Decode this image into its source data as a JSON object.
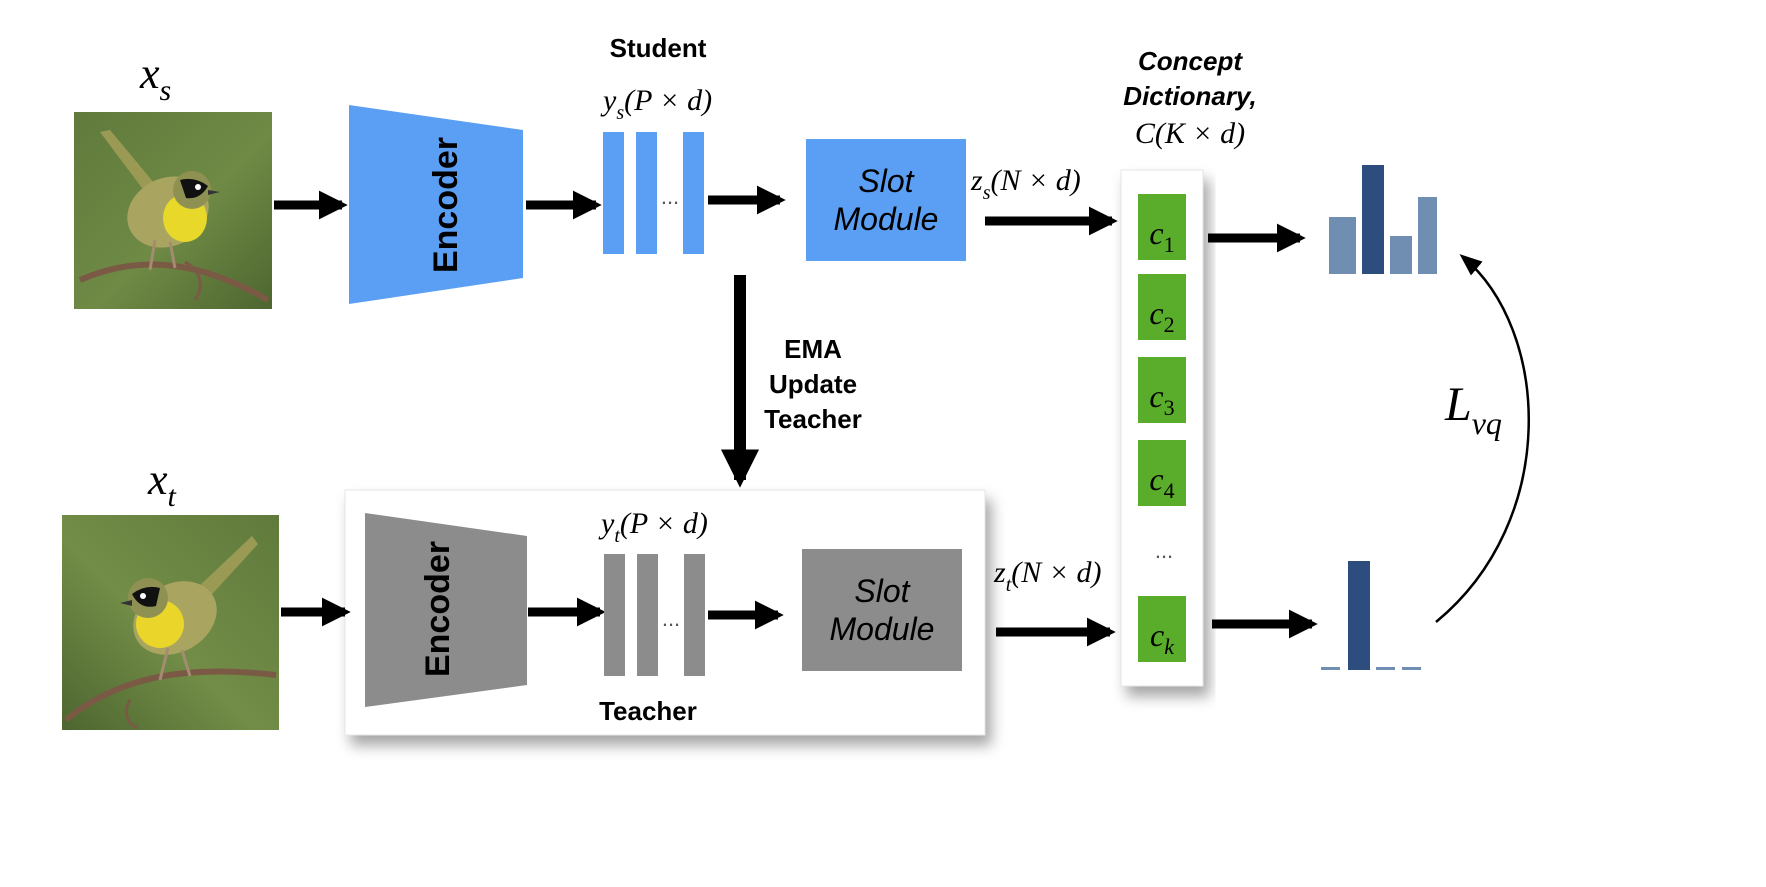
{
  "student": {
    "image_label": {
      "base": "x",
      "sub": "s"
    },
    "heading": "Student",
    "encoder_label": "Encoder",
    "features_label": {
      "base": "y",
      "sub": "s",
      "rest": "(P × d)"
    },
    "ellipsis": "...",
    "slot_label_line1": "Slot",
    "slot_label_line2": "Module",
    "slots_label": {
      "base": "z",
      "sub": "s",
      "rest": "(N × d)"
    }
  },
  "teacher": {
    "image_label": {
      "base": "x",
      "sub": "t"
    },
    "heading": "Teacher",
    "encoder_label": "Encoder",
    "features_label": {
      "base": "y",
      "sub": "t",
      "rest": "(P × d)"
    },
    "ellipsis": "...",
    "slot_label_line1": "Slot",
    "slot_label_line2": "Module",
    "slots_label": {
      "base": "z",
      "sub": "t",
      "rest": "(N × d)"
    }
  },
  "ema": {
    "line1": "EMA",
    "line2": "Update",
    "line3": "Teacher"
  },
  "dictionary": {
    "title_line1": "Concept",
    "title_line2": "Dictionary,",
    "size_label": "C(K × d)",
    "entries": [
      {
        "base": "c",
        "sub": "1"
      },
      {
        "base": "c",
        "sub": "2"
      },
      {
        "base": "c",
        "sub": "3"
      },
      {
        "base": "c",
        "sub": "4"
      },
      {
        "base": "c",
        "sub": "k"
      }
    ],
    "ellipsis": "..."
  },
  "loss": {
    "base": "L",
    "sub": "vq"
  },
  "colors": {
    "student_blue": "#5b9ff5",
    "teacher_gray": "#8c8c8c",
    "concept_green": "#5aac2b",
    "hist_dark": "#2c4d7e",
    "hist_light": "#6f8eb2",
    "arrow": "#000000"
  }
}
